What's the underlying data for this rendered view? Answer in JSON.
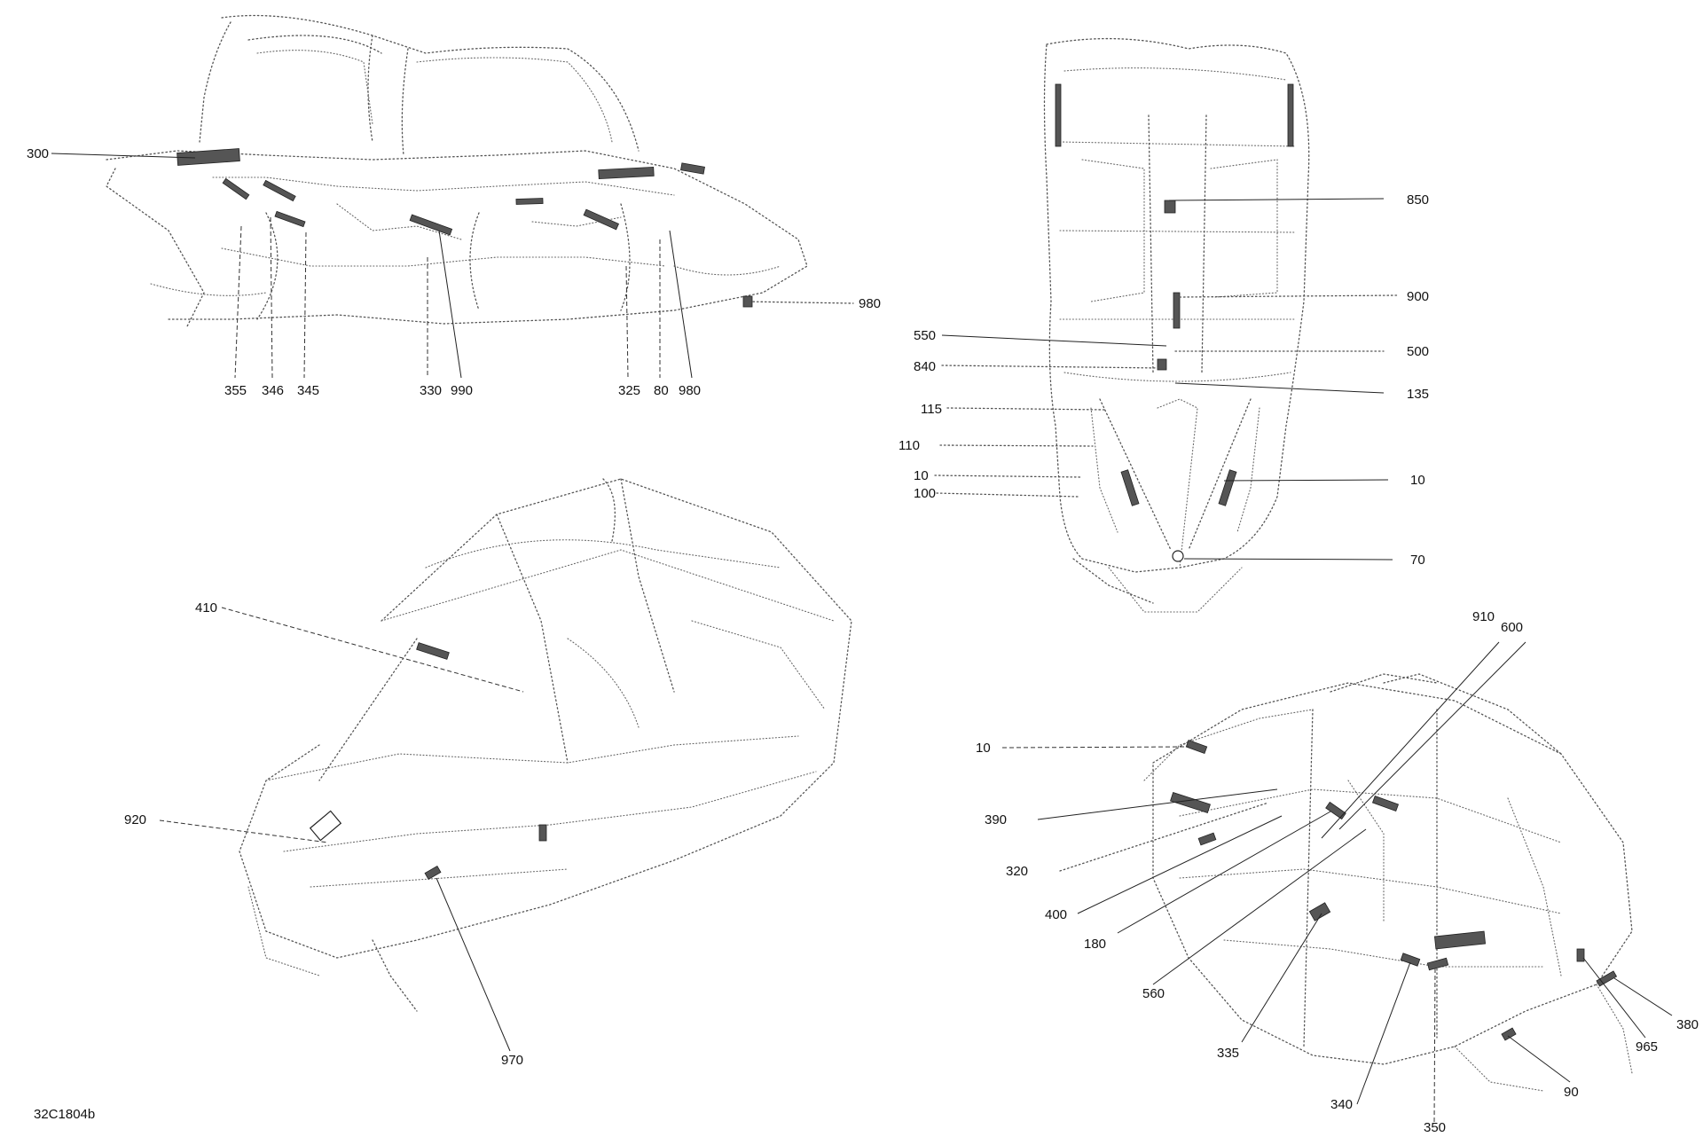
{
  "drawing_code": "32C1804b",
  "views": {
    "side": {
      "callouts": [
        "300",
        "980",
        "355",
        "346",
        "345",
        "330",
        "990",
        "325",
        "80",
        "980"
      ]
    },
    "top": {
      "callouts": [
        "850",
        "900",
        "550",
        "500",
        "840",
        "135",
        "115",
        "110",
        "10",
        "10",
        "100",
        "70"
      ]
    },
    "front_left": {
      "callouts": [
        "410",
        "920",
        "970"
      ]
    },
    "rear_right": {
      "callouts": [
        "910",
        "600",
        "10",
        "390",
        "320",
        "400",
        "180",
        "560",
        "335",
        "340",
        "350",
        "90",
        "965",
        "380"
      ]
    }
  }
}
